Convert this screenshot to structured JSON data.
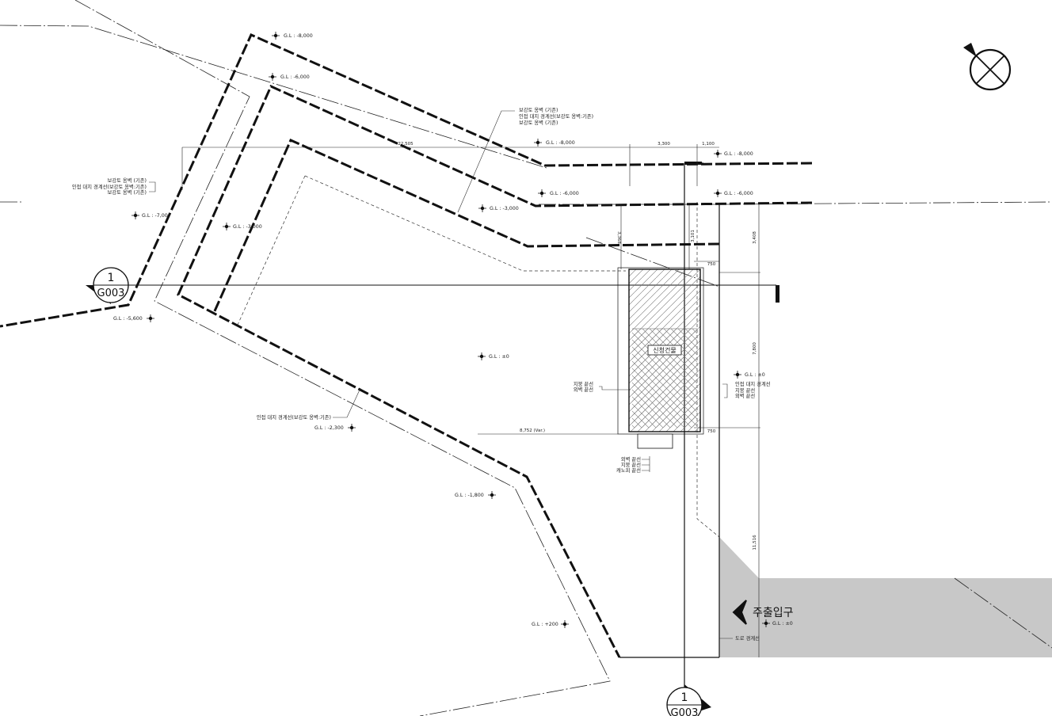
{
  "drawing": {
    "levels": [
      {
        "id": "gl1",
        "text": "G.L : -8,000"
      },
      {
        "id": "gl2",
        "text": "G.L : -6,000"
      },
      {
        "id": "gl3",
        "text": "G.L : -8,000"
      },
      {
        "id": "gl4",
        "text": "G.L : -8,000"
      },
      {
        "id": "gl5",
        "text": "G.L : -6,000"
      },
      {
        "id": "gl6",
        "text": "G.L : -6,000"
      },
      {
        "id": "gl7",
        "text": "G.L : -3,000"
      },
      {
        "id": "gl8",
        "text": "G.L : -7,00"
      },
      {
        "id": "gl9",
        "text": "G.L : -3,000"
      },
      {
        "id": "gl10",
        "text": "G.L : -5,600"
      },
      {
        "id": "gl11",
        "text": "G.L : ±0"
      },
      {
        "id": "gl12",
        "text": "G.L : ±0"
      },
      {
        "id": "gl13",
        "text": "G.L : -2,300"
      },
      {
        "id": "gl14",
        "text": "G.L : -1,800"
      },
      {
        "id": "gl15",
        "text": "G.L : +200"
      },
      {
        "id": "gl16",
        "text": "G.L : ±0"
      }
    ],
    "notes": {
      "wall_existing": "보강토 옹벽 (기존)",
      "boundary_wall": "인접 대지 경계선(보강토 옹벽:기존)",
      "boundary_wall_left": "인접 대지 경계선(보강토 옹벽:기존)",
      "boundary_wall_bottom": "인접 대지 경계선(보강토 옹벽:기존)",
      "roof_edge": "지붕 끝선",
      "outer_wall_edge": "외벽 끝선",
      "canopy_edge": "캐노피 끝선",
      "boundary": "인접 대지 경계선",
      "road_boundary": "도로 경계선",
      "building": "신청건물",
      "main_entrance": "주출입구"
    },
    "dimensions": {
      "d1": "22,505",
      "d2": "3,300",
      "d3": "1,100",
      "d4": "3,408",
      "d5": "7,800",
      "d6": "11,516",
      "d7": "3,368",
      "d8": "3,101",
      "d9": "750",
      "d10": "750",
      "d11": "8,752 (Var.)"
    },
    "section_markers": [
      {
        "id": "sec1",
        "number": "1",
        "sheet": "G003"
      },
      {
        "id": "sec2",
        "number": "1",
        "sheet": "G003"
      }
    ],
    "colors": {
      "line": "#111111",
      "road_fill": "#c8c8c8",
      "hatch": "#666666"
    }
  }
}
